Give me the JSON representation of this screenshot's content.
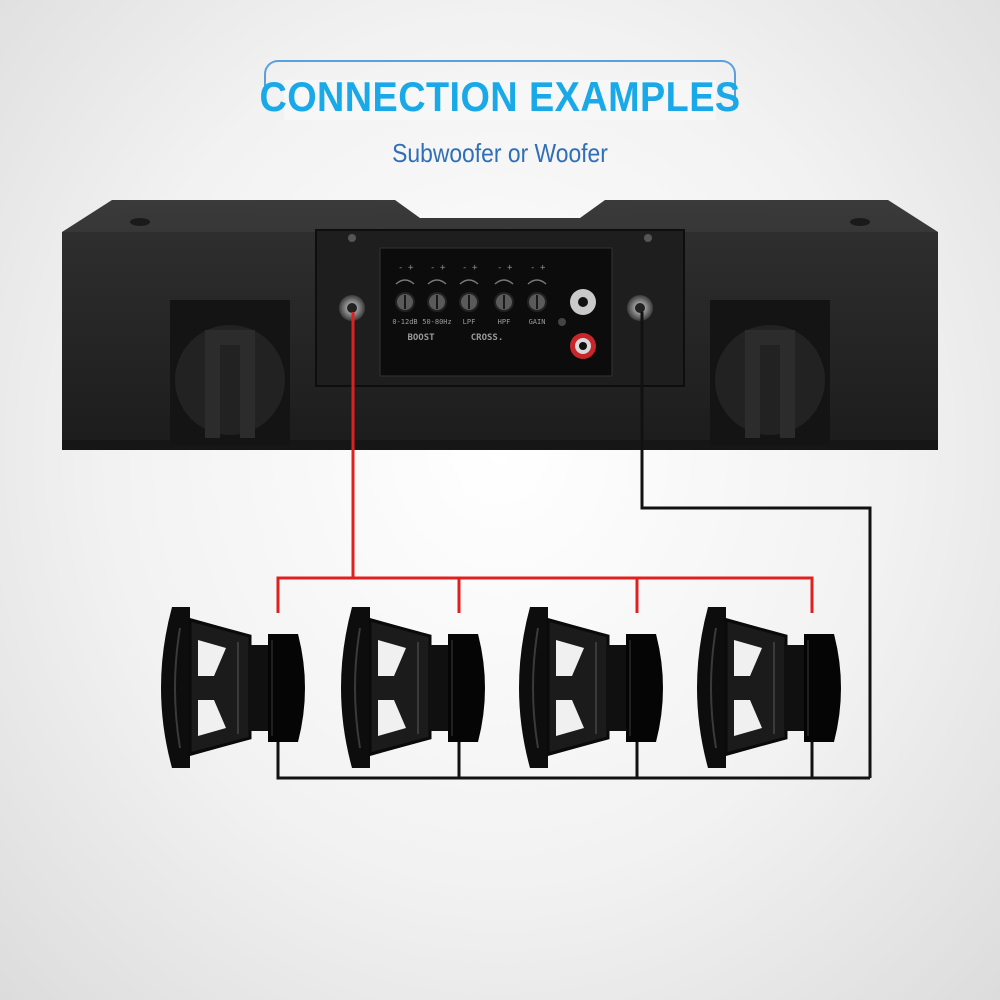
{
  "header": {
    "title": "CONNECTION EXAMPLES",
    "subtitle": "Subwoofer or Woofer"
  },
  "amplifier": {
    "controls": [
      {
        "label": "0-12dB"
      },
      {
        "label": "50-80Hz"
      },
      {
        "label": "LPF"
      },
      {
        "label": "HPF"
      },
      {
        "label": "GAIN"
      }
    ],
    "group_labels": [
      "BOOST",
      "CROSS."
    ]
  },
  "speakers": [
    {
      "id": "speaker-1"
    },
    {
      "id": "speaker-2"
    },
    {
      "id": "speaker-3"
    },
    {
      "id": "speaker-4"
    }
  ],
  "colors": {
    "title": "#1aa9e8",
    "subtitle": "#2f6fb8",
    "frame": "#5a9fe0",
    "positive_wire": "#e02020",
    "negative_wire": "#111111",
    "amp_body": "#2b2b2b"
  }
}
